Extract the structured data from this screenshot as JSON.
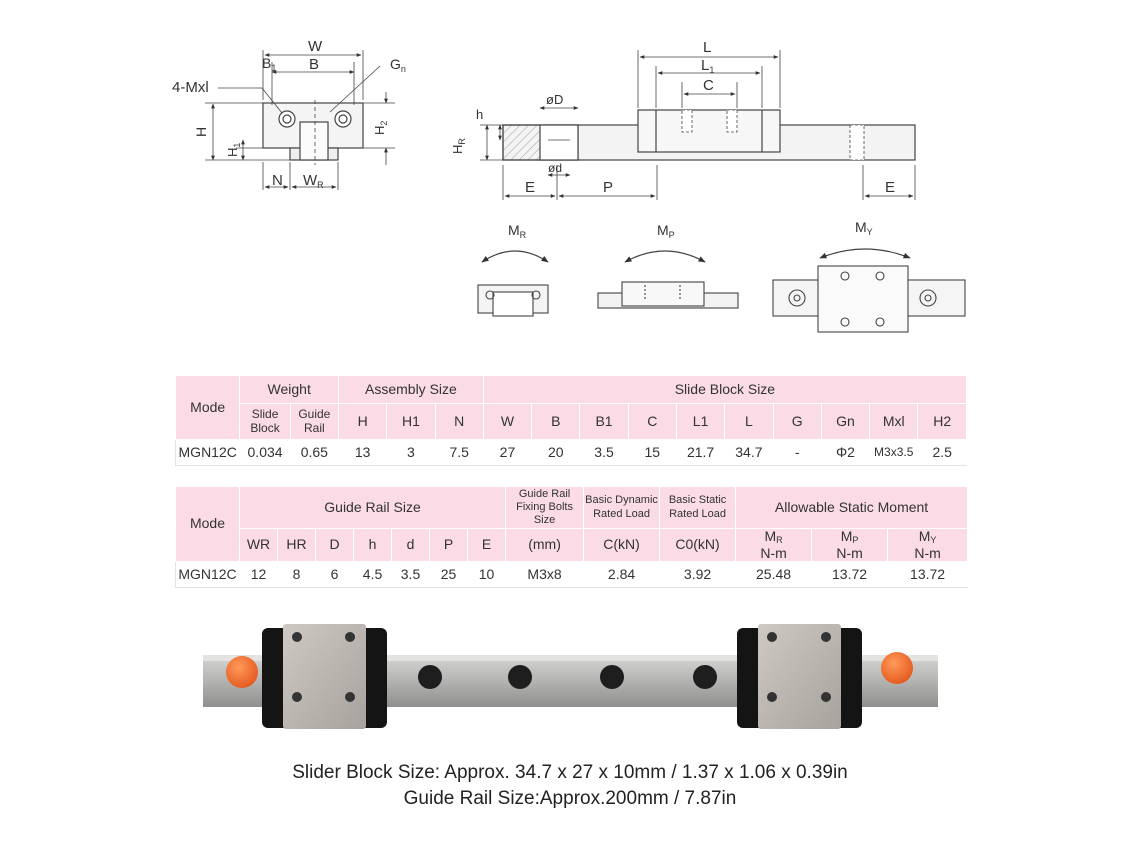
{
  "drawing": {
    "cross_section": {
      "labels": {
        "w": "W",
        "b1": "B",
        "b": "B",
        "gn": "G",
        "mxl": "4-Mxl",
        "h": "H",
        "h1": "H",
        "h2": "H",
        "n": "N",
        "wr": "W"
      }
    },
    "side_view": {
      "labels": {
        "l": "L",
        "l1": "L",
        "c": "C",
        "d_big": "øD",
        "h": "h",
        "hr": "H",
        "d_small": "ød",
        "e": "E",
        "p": "P",
        "e2": "E"
      }
    },
    "moments": {
      "mr": "M",
      "mp": "M",
      "my": "M"
    },
    "subscripts": {
      "one": "1",
      "n": "n",
      "two": "2",
      "r": "R",
      "p": "P",
      "y": "Y"
    }
  },
  "table1": {
    "mode": "Mode",
    "weight": "Weight",
    "assembly": "Assembly Size",
    "slide_block": "Slide Block Size",
    "slide_block_sub": "Slide Block",
    "guide_rail_sub": "Guide Rail",
    "cols": [
      "H",
      "H1",
      "N",
      "W",
      "B",
      "B1",
      "C",
      "L1",
      "L",
      "G",
      "Gn",
      "Mxl",
      "H2"
    ],
    "row": {
      "model": "MGN12C",
      "slide": "0.034",
      "rail": "0.65",
      "values": [
        "13",
        "3",
        "7.5",
        "27",
        "20",
        "3.5",
        "15",
        "21.7",
        "34.7",
        "-",
        "Φ2",
        "M3x3.5",
        "2.5"
      ]
    }
  },
  "table2": {
    "mode": "Mode",
    "guide_rail_size": "Guide Rail Size",
    "fixing": "Guide Rail Fixing Bolts Size",
    "dynamic": "Basic Dynamic Rated Load",
    "static": "Basic Static Rated Load",
    "moment": "Allowable Static Moment",
    "cols": [
      "WR",
      "HR",
      "D",
      "h",
      "d",
      "P",
      "E"
    ],
    "unit_mm": "(mm)",
    "unit_c": "C(kN)",
    "unit_c0": "C0(kN)",
    "unit_nm": "N-m",
    "row": {
      "model": "MGN12C",
      "values": [
        "12",
        "8",
        "6",
        "4.5",
        "3.5",
        "25",
        "10"
      ],
      "bolt": "M3x8",
      "c": "2.84",
      "c0": "3.92",
      "mr": "25.48",
      "mp": "13.72",
      "my": "13.72"
    }
  },
  "captions": {
    "line1": "Slider Block Size: Approx. 34.7 x 27 x 10mm / 1.37 x 1.06 x 0.39in",
    "line2": "Guide Rail Size:Approx.200mm / 7.87in"
  },
  "colors": {
    "header_pink": "#fadbe6",
    "orange_cap": "#f06a2c",
    "rail_gray": "#b7b7b5"
  }
}
